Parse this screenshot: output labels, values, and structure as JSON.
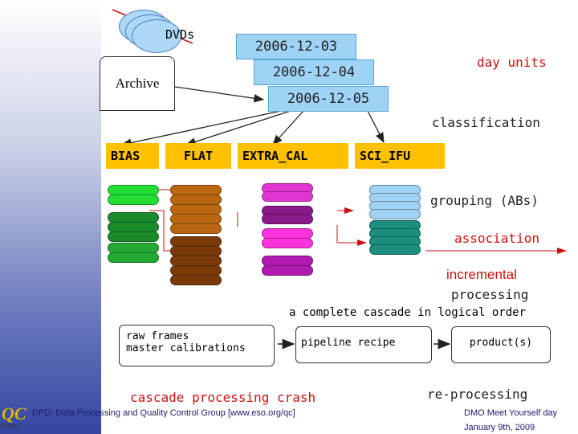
{
  "diagram": {
    "dvds_label": "DVDs",
    "archive_label": "Archive",
    "day_units": [
      "2006-12-03",
      "2006-12-04",
      "2006-12-05"
    ],
    "day_units_label": "day units",
    "classification_label": "classification",
    "categories": [
      "BIAS",
      "FLAT",
      "EXTRA_CAL",
      "SCI_IFU"
    ],
    "grouping_label": "grouping (ABs)",
    "association_label": "association",
    "incremental_label": "incremental",
    "processing_label": "processing",
    "cascade_title": "a complete cascade in logical order",
    "cascade_step1_line1": "raw frames",
    "cascade_step1_line2": "master calibrations",
    "cascade_step2": "pipeline recipe",
    "cascade_step3": "product(s)",
    "crash_label": "cascade processing crash",
    "reprocessing_label": "re-processing"
  },
  "footer": {
    "left": "DPD: Data Processing and Quality Control Group [www.eso.org/qc]",
    "right_line1": "DMO Meet Yourself day",
    "right_line2": "January 9th, 2009",
    "logo_text": "QC",
    "logo_sub": "passes"
  },
  "colors": {
    "day_unit_fill": "#9fd3f5",
    "category_fill": "#ffc000",
    "accent_red": "#cc1111"
  }
}
